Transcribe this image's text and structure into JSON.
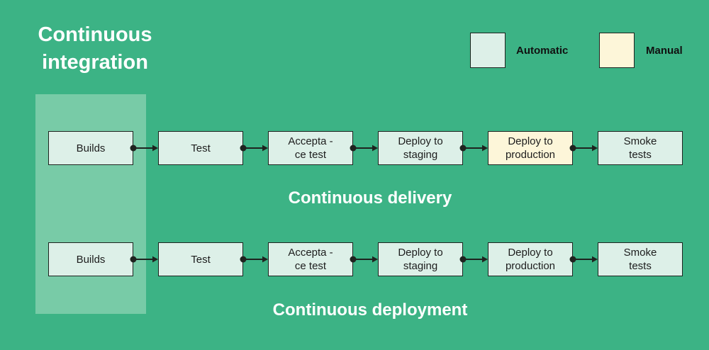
{
  "title": "Continuous\nintegration",
  "legend": {
    "items": [
      {
        "label": "Automatic",
        "type": "automatic"
      },
      {
        "label": "Manual",
        "type": "manual"
      }
    ]
  },
  "rows": [
    {
      "caption": "Continuous delivery",
      "boxes": [
        {
          "label": "Builds",
          "type": "automatic"
        },
        {
          "label": "Test",
          "type": "automatic"
        },
        {
          "label": "Accepta -\nce test",
          "type": "automatic"
        },
        {
          "label": "Deploy to\nstaging",
          "type": "automatic"
        },
        {
          "label": "Deploy to\nproduction",
          "type": "manual"
        },
        {
          "label": "Smoke\ntests",
          "type": "automatic"
        }
      ]
    },
    {
      "caption": "Continuous deployment",
      "boxes": [
        {
          "label": "Builds",
          "type": "automatic"
        },
        {
          "label": "Test",
          "type": "automatic"
        },
        {
          "label": "Accepta -\nce test",
          "type": "automatic"
        },
        {
          "label": "Deploy to\nstaging",
          "type": "automatic"
        },
        {
          "label": "Deploy to\nproduction",
          "type": "automatic"
        },
        {
          "label": "Smoke\ntests",
          "type": "automatic"
        }
      ]
    }
  ],
  "colors": {
    "background": "#3cb385",
    "band": "#78cba7",
    "automatic-fill": "#ddf0e8",
    "manual-fill": "#fdf6d9",
    "ink": "#1e231f",
    "title-text": "#ffffff",
    "box-text": "#1d1d1d",
    "legend-text": "#111111"
  }
}
